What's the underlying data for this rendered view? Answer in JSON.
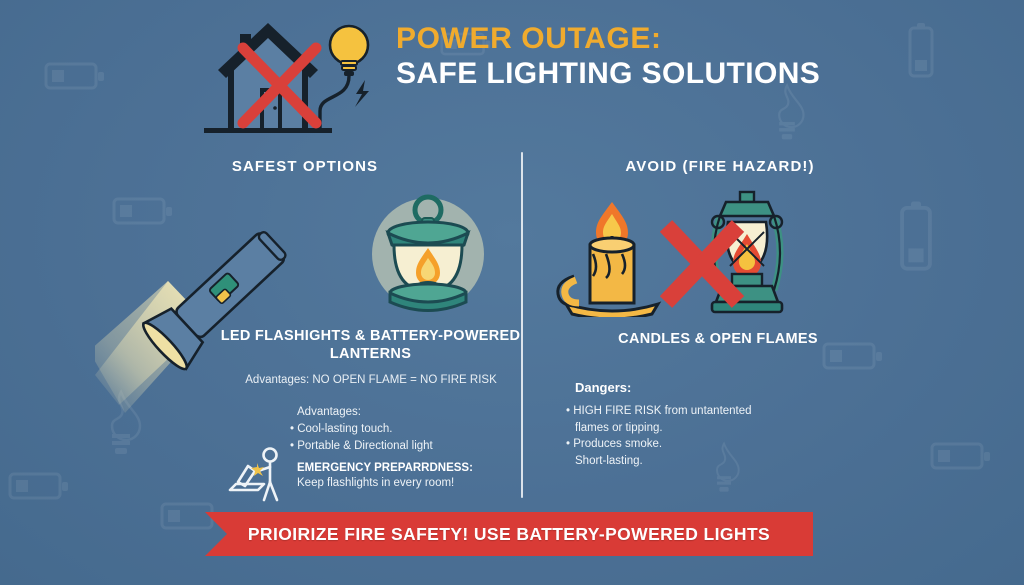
{
  "header": {
    "title_line1": "POWER OUTAGE:",
    "title_line2": "SAFE LIGHTING SOLUTIONS",
    "icon": "house-no-power-icon"
  },
  "colors": {
    "background": "#4d7296",
    "title_accent": "#f0ab2e",
    "title_white": "#ffffff",
    "ribbon_red": "#d93b36",
    "cross_red": "#d9403a",
    "lantern_teal": "#3d9183",
    "flame_orange": "#f5a02a",
    "candle_yellow": "#f3b845",
    "flashlight_body": "#5b7fa3",
    "beam_yellow": "#efe5b4"
  },
  "columns": {
    "left": {
      "heading": "SAFEST OPTIONS",
      "icons": [
        "flashlight-icon",
        "camping-lantern-icon"
      ],
      "title": "LED FLASHIGHTS & BATTERY-POWERED LANTERNS",
      "subtitle": "Advantages: NO OPEN FLAME = NO FIRE RISK",
      "advantages_label": "Advantages:",
      "advantages": [
        "• Cool-lasting touch.",
        "• Portable & Directional light"
      ],
      "prep_label": "EMERGENCY PREPARRDNESS:",
      "prep_text": "Keep flashlights in every room!",
      "prep_icon": "person-with-flashlight-icon"
    },
    "right": {
      "heading": "AVOID (FIRE HAZARD!)",
      "icons": [
        "candle-icon",
        "oil-lantern-icon",
        "red-cross-icon"
      ],
      "title": "CANDLES & OPEN FLAMES",
      "dangers_label": "Dangers:",
      "dangers": [
        "• HIGH FIRE RISK from untantented",
        "flames or tipping.",
        "• Produces smoke.",
        "Short-lasting."
      ]
    }
  },
  "ribbon": {
    "text": "PRIOIRIZE FIRE SAFETY! USE BATTERY-POWERED LIGHTS"
  },
  "watermarks": [
    "battery-horizontal-icon",
    "battery-vertical-icon",
    "flame-bulb-icon",
    "lightbulb-icon"
  ]
}
